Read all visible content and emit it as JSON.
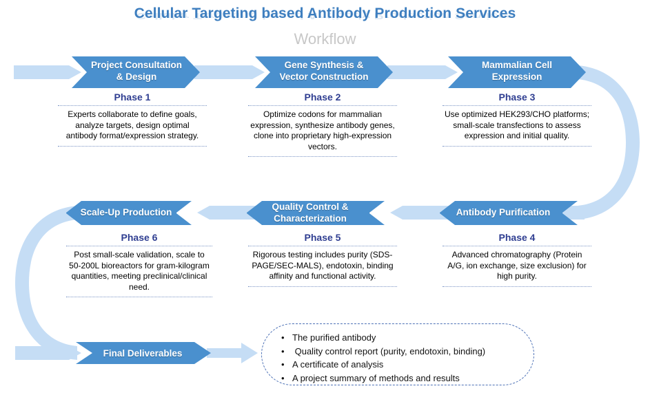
{
  "header": {
    "title": "Cellular Targeting based Antibody Production Services",
    "subtitle": "Workflow"
  },
  "colors": {
    "chevron_fill": "#4A90CE",
    "band_light": "#C5DDF5",
    "title_blue": "#3D7EBF",
    "phase_navy": "#2F3E91",
    "subtitle_gray": "#C7C7C7",
    "dashed_border": "#4A6FB5"
  },
  "row1": [
    {
      "chevron_label": "Project Consultation\n& Design",
      "chevron_line1": "Project Consultation",
      "chevron_line2": "& Design",
      "phase_title": "Phase 1",
      "phase_body": "Experts collaborate to define goals, analyze targets, design optimal antibody format/expression strategy."
    },
    {
      "chevron_label": "Gene Synthesis &\nVector Construction",
      "chevron_line1": "Gene Synthesis &",
      "chevron_line2": "Vector Construction",
      "phase_title": "Phase 2",
      "phase_body": "Optimize codons for mammalian expression, synthesize antibody genes, clone into proprietary high-expression vectors."
    },
    {
      "chevron_label": "Mammalian Cell\nExpression",
      "chevron_line1": "Mammalian Cell",
      "chevron_line2": "Expression",
      "phase_title": "Phase 3",
      "phase_body": "Use optimized HEK293/CHO platforms; small-scale transfections to assess expression and initial quality."
    }
  ],
  "row2": [
    {
      "chevron_line1": "Scale-Up Production",
      "chevron_line2": "",
      "phase_title": "Phase 6",
      "phase_body": "Post small-scale validation, scale to 50-200L bioreactors for gram-kilogram quantities, meeting preclinical/clinical need."
    },
    {
      "chevron_line1": "Quality Control &",
      "chevron_line2": "Characterization",
      "phase_title": "Phase 5",
      "phase_body": "Rigorous testing includes purity (SDS-PAGE/SEC-MALS), endotoxin, binding affinity and functional activity."
    },
    {
      "chevron_line1": "Antibody Purification",
      "chevron_line2": "",
      "phase_title": "Phase 4",
      "phase_body": "Advanced chromatography (Protein A/G, ion exchange, size exclusion) for high purity."
    }
  ],
  "row3": {
    "chevron_line1": "Final Deliverables",
    "deliverables": [
      "The purified antibody",
      " Quality control report (purity, endotoxin, binding)",
      "A certificate of analysis",
      "A project summary of methods and results"
    ],
    "bullet_glyph": "•"
  }
}
